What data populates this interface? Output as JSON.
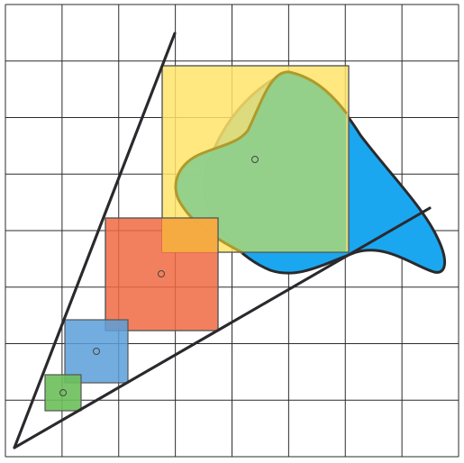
{
  "diagram": {
    "grid": {
      "cols": 8,
      "rows": 8,
      "visible": true
    },
    "colors": {
      "background": "#ffffff",
      "grid": "#2b2b2b",
      "lines": "#2a2a2e",
      "blob_blue": "#1aa7f0",
      "blob_green": "#8fd08a",
      "blob_outline": "#b09a2a",
      "square_yellow": "#ffe46a",
      "square_orange": "#f06a42",
      "square_blue": "#5b9fd9",
      "square_green": "#6cbf5a",
      "square_outline": "#555555"
    },
    "shapes": [
      {
        "name": "yellow-square",
        "color": "yellow"
      },
      {
        "name": "orange-square",
        "color": "orange"
      },
      {
        "name": "blue-square",
        "color": "blue"
      },
      {
        "name": "green-square",
        "color": "green"
      },
      {
        "name": "blue-blob",
        "color": "blue"
      },
      {
        "name": "green-blob",
        "color": "green"
      }
    ]
  }
}
